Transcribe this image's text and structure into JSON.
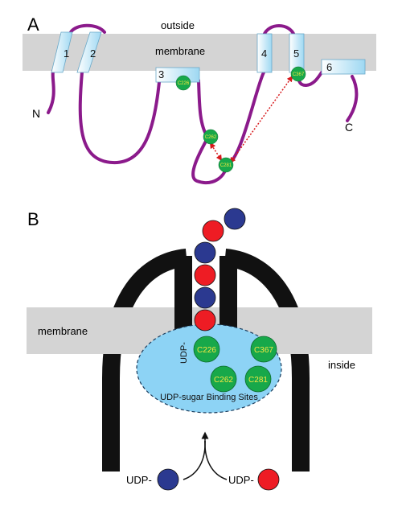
{
  "panel_a": {
    "label": "A",
    "outside": "outside",
    "membrane": "membrane",
    "n_terminus": "N",
    "c_terminus": "C",
    "helices": [
      "1",
      "2",
      "3",
      "4",
      "5",
      "6"
    ],
    "cysteines": [
      "C226",
      "C262",
      "C281",
      "C367"
    ]
  },
  "panel_b": {
    "label": "B",
    "membrane": "membrane",
    "inside": "inside",
    "udp_bound": "UDP-",
    "binding_site_label": "UDP-sugar Binding Sites",
    "cysteines": [
      "C226",
      "C367",
      "C262",
      "C281"
    ],
    "udp_left": "UDP-",
    "udp_right": "UDP-"
  },
  "colors": {
    "membrane": "#d4d4d4",
    "loop": "#8b1a8b",
    "helix": "#bfe6f7",
    "cysteine": "#17a84a",
    "cysteine_text": "#f5e642",
    "sugar_red": "#ee1c24",
    "sugar_blue": "#2b3990",
    "pocket": "#8dd3f5",
    "transporter": "#111111",
    "crosslink": "#d7191c"
  }
}
